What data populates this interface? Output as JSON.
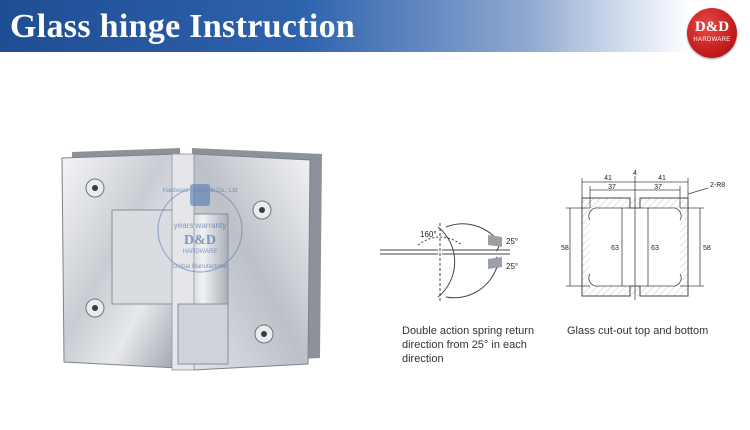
{
  "banner": {
    "title": "Glass hinge Instruction"
  },
  "logo": {
    "main": "D&D",
    "sub": "HARDWARE"
  },
  "hinge_image": {
    "watermark_brand": "D&D",
    "watermark_sub": "HARDWARE",
    "watermark_ring": "years warranty",
    "watermark_arc": "Hardware Industrial Co., Ltd",
    "watermark_bottom": "Global Manufacturer"
  },
  "swing_diagram": {
    "angle_center": "160°",
    "angle_top": "25°",
    "angle_bottom": "25°",
    "caption_lines": [
      "Double action spring return",
      "direction from 25° in each",
      "direction"
    ]
  },
  "cutout_diagram": {
    "dim_top_center": "4",
    "dim_left_outer": "41",
    "dim_left_inner": "37",
    "dim_right_outer": "41",
    "dim_right_inner": "37",
    "dim_radius": "2-R8",
    "dim_left_height": "58",
    "dim_inner_left": "63",
    "dim_inner_right": "63",
    "dim_right_height": "58",
    "caption": "Glass cut-out top and bottom"
  },
  "colors": {
    "banner_blue": "#2558a3",
    "logo_red": "#c41e1e"
  }
}
